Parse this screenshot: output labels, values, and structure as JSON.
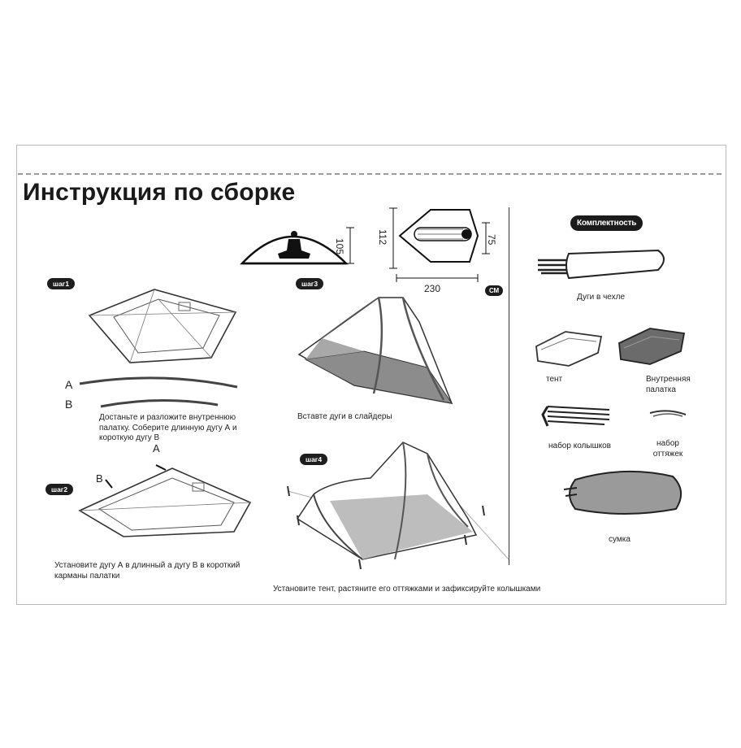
{
  "title": "Инструкция по сборке",
  "steps": {
    "step1": {
      "badge": "шаг1",
      "text": "Достаньте и разложите внутреннюю палатку. Соберите длинную дугу А и короткую дугу В",
      "pole_a": "A",
      "pole_b": "B"
    },
    "step2": {
      "badge": "шаг2",
      "text": "Установите дугу А в длинный а дугу В в короткий карманы палатки",
      "label_a": "A",
      "label_b": "B"
    },
    "step3": {
      "badge": "шаг3",
      "text": "Вставте дуги в слайдеры"
    },
    "step4": {
      "badge": "шаг4",
      "text": "Установите тент, растяните его оттяжками и зафиксируйте колышками"
    }
  },
  "dimensions": {
    "height": "105",
    "width": "112",
    "end_width": "75",
    "length": "230",
    "unit": "СМ"
  },
  "kit": {
    "title": "Комплектность",
    "items": [
      {
        "label": "Дуги в чехле"
      },
      {
        "label": "тент"
      },
      {
        "label": "Внутренняя палатка"
      },
      {
        "label": "набор колышков"
      },
      {
        "label": "набор оттяжек"
      },
      {
        "label": "сумка"
      }
    ]
  }
}
